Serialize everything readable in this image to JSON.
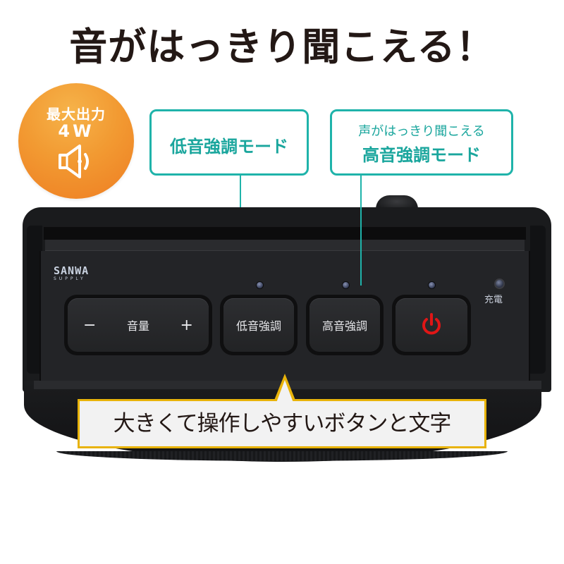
{
  "headline": "音がはっきり聞こえる！",
  "badge": {
    "line1": "最大出力",
    "line2": "4W",
    "icon": "speaker-icon",
    "gradient": [
      "#f6b34a",
      "#ee7d22"
    ]
  },
  "callouts": {
    "accent_color": "#1fb3aa",
    "low": {
      "title": "低音強調モード"
    },
    "high": {
      "subtitle": "声がはっきり聞こえる",
      "title": "高音強調モード"
    }
  },
  "device": {
    "brand_line1": "SANWA",
    "brand_line2": "SUPPLY",
    "buttons": {
      "volume": {
        "minus": "−",
        "label": "音量",
        "plus": "+"
      },
      "bass": {
        "label": "低音強調"
      },
      "treble": {
        "label": "高音強調"
      },
      "power": {
        "icon": "power-icon",
        "color": "#e01616"
      }
    },
    "charge_label": "充電"
  },
  "bubble": {
    "text": "大きくて操作しやすいボタンと文字",
    "border_color": "#e8b30a"
  }
}
